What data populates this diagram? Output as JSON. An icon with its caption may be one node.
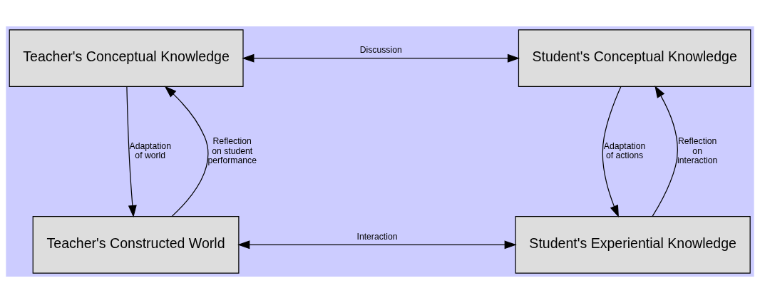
{
  "diagram": {
    "nodes": [
      {
        "text": [
          "Teacher's Conceptual Knowledge"
        ]
      },
      {
        "text": [
          "Student's Conceptual Knowledge"
        ]
      },
      {
        "text": [
          "Teacher's Constructed World"
        ]
      },
      {
        "text": [
          "Student's Experiential Knowledge"
        ]
      }
    ],
    "edges": [
      {
        "from": 0,
        "to": 1,
        "arrow": "both",
        "label": "Discussion"
      },
      {
        "from": 2,
        "to": 0,
        "arrow": "to",
        "label": "Reflection on student performance"
      },
      {
        "from": 0,
        "to": 2,
        "arrow": "to",
        "label": "Adaptation of world"
      },
      {
        "from": 1,
        "to": 3,
        "arrow": "to",
        "label": "Adaptation of actions"
      },
      {
        "from": 3,
        "to": 1,
        "arrow": "to",
        "label": "Reflection on interaction"
      },
      {
        "from": 2,
        "to": 3,
        "arrow": "both",
        "label": "Interaction"
      }
    ]
  }
}
